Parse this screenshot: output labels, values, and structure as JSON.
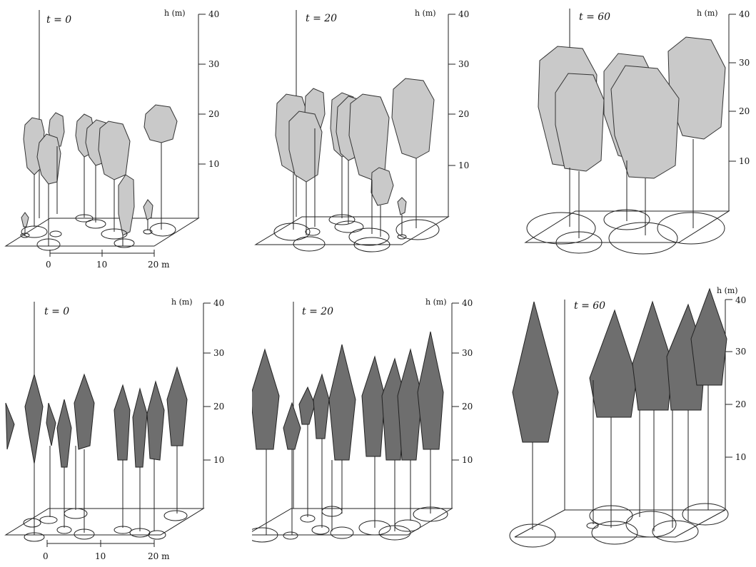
{
  "panels": [
    {
      "time_label": "t = 0",
      "axis_unit": "h (m)",
      "ticks": [
        "10",
        "20",
        "30",
        "40"
      ],
      "tree_shape": "broadleaf",
      "scale": {
        "labels": [
          "0",
          "10",
          "20 m"
        ]
      }
    },
    {
      "time_label": "t = 20",
      "axis_unit": "h (m)",
      "ticks": [
        "10",
        "20",
        "30",
        "40"
      ],
      "tree_shape": "broadleaf"
    },
    {
      "time_label": "t = 60",
      "axis_unit": "h (m)",
      "ticks": [
        "10",
        "20",
        "30",
        "40"
      ],
      "tree_shape": "broadleaf"
    },
    {
      "time_label": "t = 0",
      "axis_unit": "h (m)",
      "ticks": [
        "10",
        "20",
        "30",
        "40"
      ],
      "tree_shape": "conifer",
      "scale": {
        "labels": [
          "0",
          "10",
          "20 m"
        ]
      }
    },
    {
      "time_label": "t = 20",
      "axis_unit": "h (m)",
      "ticks": [
        "10",
        "20",
        "30",
        "40"
      ],
      "tree_shape": "conifer"
    },
    {
      "time_label": "t = 60",
      "axis_unit": "h (m)",
      "ticks": [
        "10",
        "20",
        "30",
        "40"
      ],
      "tree_shape": "conifer"
    }
  ],
  "colors": {
    "broadleaf_crown": "#c9c9c9",
    "conifer_crown": "#6e6e6e",
    "line": "#222222"
  }
}
